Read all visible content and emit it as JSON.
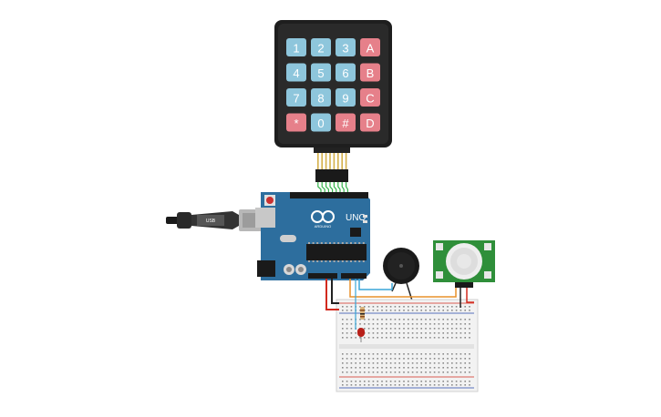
{
  "keypad": {
    "keys": [
      [
        "1",
        "2",
        "3",
        "A"
      ],
      [
        "4",
        "5",
        "6",
        "B"
      ],
      [
        "7",
        "8",
        "9",
        "C"
      ],
      [
        "*",
        "0",
        "#",
        "D"
      ]
    ],
    "colors": {
      "digit": "#8ec6dc",
      "letter": "#e6808a",
      "body": "#1e1e1e"
    }
  },
  "arduino": {
    "model_label": "UNO",
    "brand_label": "ARDUINO",
    "board_color": "#2d6e9e"
  },
  "colors": {
    "wire_green": "#34b34a",
    "wire_red": "#d22a1e",
    "wire_black": "#222222",
    "wire_orange": "#e8902a",
    "wire_blue": "#3aa6d8",
    "pir_board": "#2f8f3a",
    "breadboard": "#f2f2f2"
  }
}
